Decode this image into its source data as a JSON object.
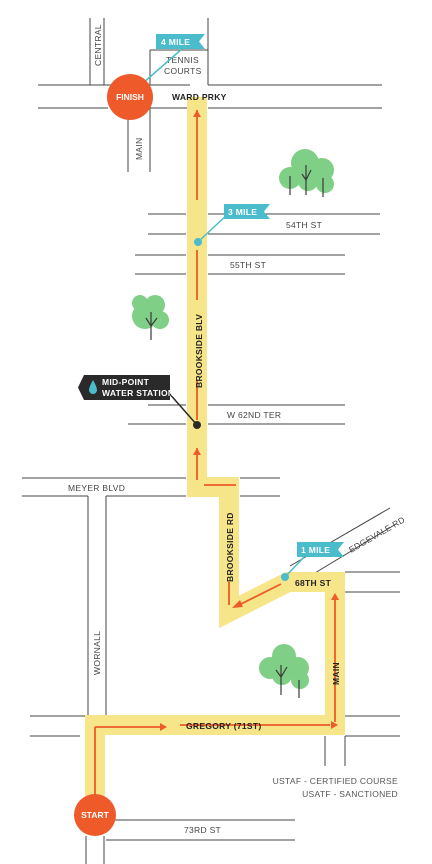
{
  "colors": {
    "route_fill": "#f7e58a",
    "route_arrow": "#ee5a2a",
    "street_line": "#444444",
    "marker_circle": "#ee5a2a",
    "mile_flag": "#4bbccc",
    "water_flag": "#2a2a2a",
    "water_icon": "#4bbccc",
    "tree_canopy": "#7fcf86",
    "tree_trunk": "#3a3a3a"
  },
  "markers": {
    "start": "START",
    "finish": "FINISH"
  },
  "mile_markers": {
    "mile1": "1 MILE",
    "mile3": "3 MILE",
    "mile4": "4 MILE"
  },
  "water_station": {
    "line1": "MID-POINT",
    "line2": "WATER STATION",
    "icon": "water-drop-icon"
  },
  "streets": {
    "central": "CENTRAL",
    "tennis_line1": "TENNIS",
    "tennis_line2": "COURTS",
    "ward_prky": "WARD PRKY",
    "main_top": "MAIN",
    "st54": "54TH ST",
    "st55": "55TH ST",
    "brookside_blv": "BROOKSIDE BLV",
    "w62nd": "W 62ND TER",
    "meyer": "MEYER BLVD",
    "brookside_rd": "BROOKSIDE RD",
    "edgevale": "EDGEVALE RD",
    "st68": "68TH ST",
    "wornall": "WORNALL",
    "main_bottom": "MAIN",
    "gregory": "GREGORY (71ST)",
    "st73": "73RD ST"
  },
  "certification": {
    "line1": "USTAF - CERTIFIED COURSE",
    "line2": "USATF - SANCTIONED"
  }
}
